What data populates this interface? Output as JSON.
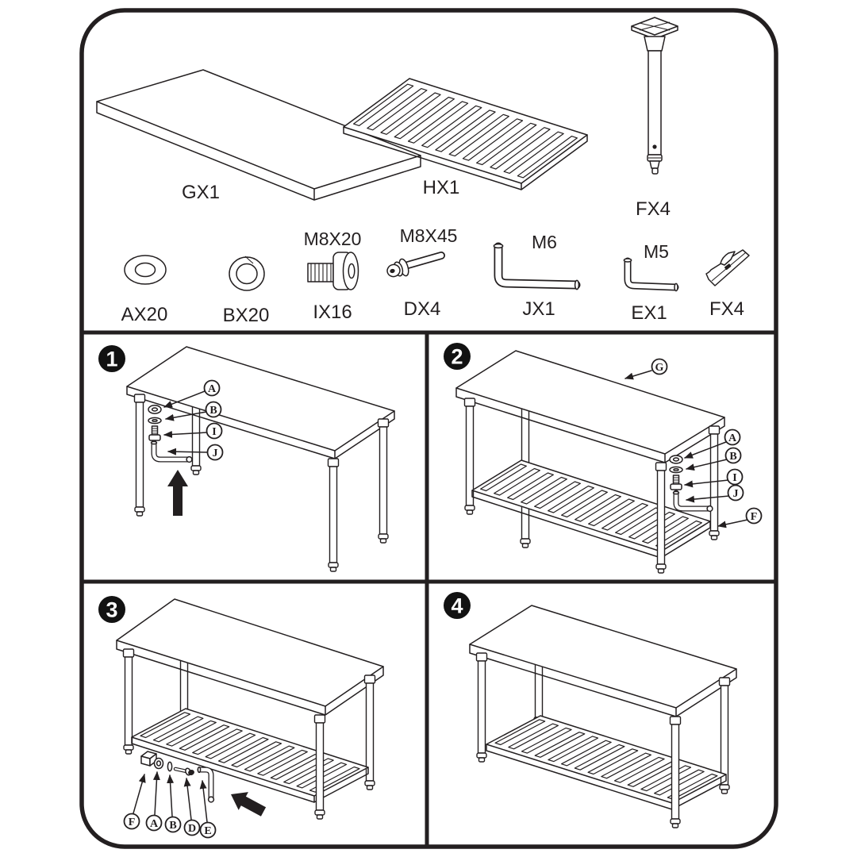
{
  "parts": {
    "tabletop": {
      "label": "GX1"
    },
    "slatted_shelf": {
      "label": "HX1"
    },
    "leg": {
      "label": "FX4"
    },
    "hardware": [
      {
        "label": "AX20",
        "spec": ""
      },
      {
        "label": "BX20",
        "spec": ""
      },
      {
        "label": "IX16",
        "spec": "M8X20"
      },
      {
        "label": "DX4",
        "spec": "M8X45"
      },
      {
        "label": "JX1",
        "spec": "M6"
      },
      {
        "label": "EX1",
        "spec": "M5"
      },
      {
        "label": "FX4",
        "spec": ""
      }
    ]
  },
  "steps": [
    {
      "number": "1",
      "callouts": [
        "A",
        "B",
        "I",
        "J"
      ]
    },
    {
      "number": "2",
      "callouts": [
        "G",
        "A",
        "B",
        "I",
        "J",
        "F"
      ]
    },
    {
      "number": "3",
      "callouts": [
        "F",
        "A",
        "B",
        "D",
        "E"
      ]
    },
    {
      "number": "4",
      "callouts": []
    }
  ],
  "colors": {
    "line": "#231f20",
    "background": "#ffffff"
  }
}
